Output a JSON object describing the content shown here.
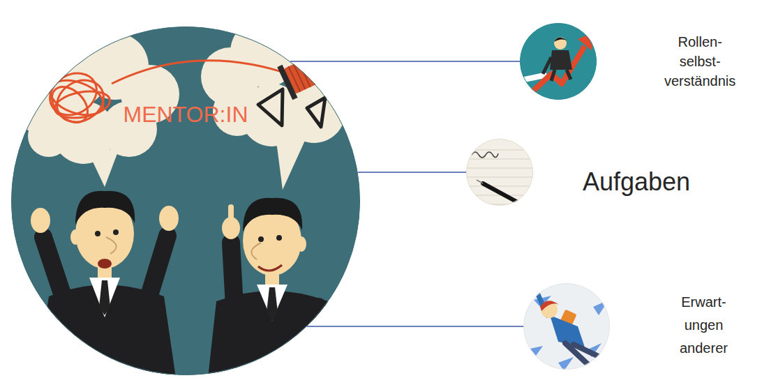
{
  "diagram": {
    "nodes": [
      {
        "text": [
          "MENTOR:IN"
        ]
      },
      {
        "text": [
          "Rollen- selbst- verständnis"
        ]
      },
      {
        "text": [
          "Aufgaben"
        ]
      },
      {
        "text": [
          "Erwart- ungen anderer"
        ]
      }
    ],
    "edges": [
      {
        "from": 0,
        "to": 1,
        "arrow": "none"
      },
      {
        "from": 0,
        "to": 2,
        "arrow": "none"
      },
      {
        "from": 0,
        "to": 3,
        "arrow": "none"
      }
    ]
  }
}
